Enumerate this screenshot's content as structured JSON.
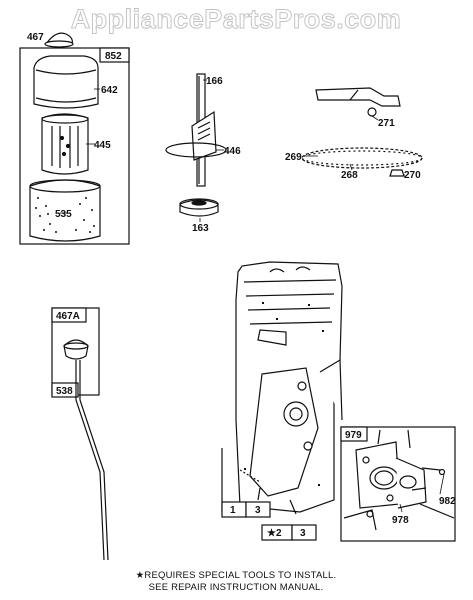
{
  "watermark": "AppliancePartsPros.com",
  "labels": {
    "p467": "467",
    "p852": "852",
    "p642": "642",
    "p445": "445",
    "p535": "535",
    "p166": "166",
    "p446": "446",
    "p163": "163",
    "p271": "271",
    "p269": "269",
    "p268": "268",
    "p270": "270",
    "p467A": "467A",
    "p538": "538",
    "p979": "979",
    "p982": "982",
    "p978": "978",
    "p1": "1",
    "p3a": "3",
    "p2": "★2",
    "p3b": "3"
  },
  "footnote": {
    "line1": "★REQUIRES SPECIAL TOOLS TO INSTALL.",
    "line2": "SEE REPAIR INSTRUCTION MANUAL."
  }
}
